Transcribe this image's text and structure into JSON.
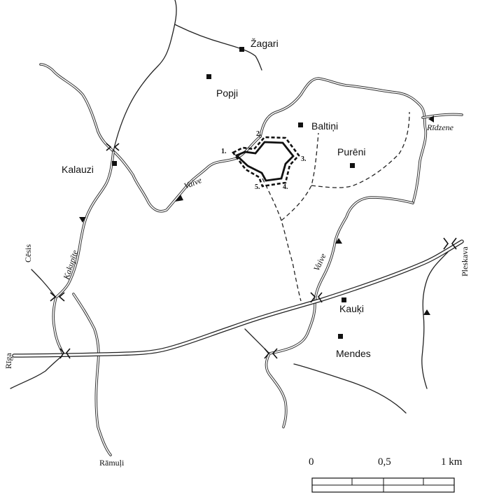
{
  "places": {
    "zagari": "Žagari",
    "popji": "Popji",
    "baltini": "Baltiņi",
    "pureni": "Purēni",
    "kalauzi": "Kalauzi",
    "kauki": "Kauķi",
    "mendes": "Mendes"
  },
  "roads": {
    "cesis": "Cēsis",
    "riga": "Rīga",
    "ramuli": "Rāmuļi",
    "pleskava": "Pleskava"
  },
  "rivers": {
    "vaive_west": "Vaive",
    "vaive_east": "Vaive",
    "kakupite": "Kakupīte",
    "ridzene": "Rīdzene"
  },
  "site_points": [
    "1.",
    "2.",
    "3.",
    "4.",
    "5."
  ],
  "scale": {
    "zero": "0",
    "half": "0,5",
    "one": "1 km"
  },
  "colors": {
    "ink": "#222222",
    "background": "#ffffff"
  }
}
